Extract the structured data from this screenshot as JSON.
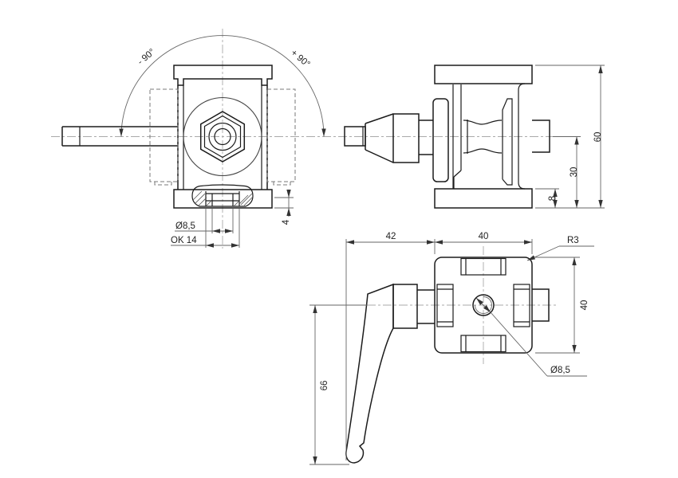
{
  "drawing": {
    "front_view": {
      "angle_negative": "- 90°",
      "angle_positive": "+ 90°",
      "hole_diameter": "Ø8,5",
      "hex_size": "OK 14",
      "slot_depth": "4"
    },
    "side_view": {
      "overall_height": "60",
      "center_height": "30",
      "flange_thickness": "8"
    },
    "top_view": {
      "lever_offset": "42",
      "body_width": "40",
      "corner_radius": "R3",
      "body_depth": "40",
      "lever_length": "66",
      "hole_diameter": "Ø8,5"
    },
    "colors": {
      "background": "#ffffff",
      "outline": "#1b1b1b",
      "dimension": "#666666",
      "centerline": "#a9a9a9"
    }
  }
}
